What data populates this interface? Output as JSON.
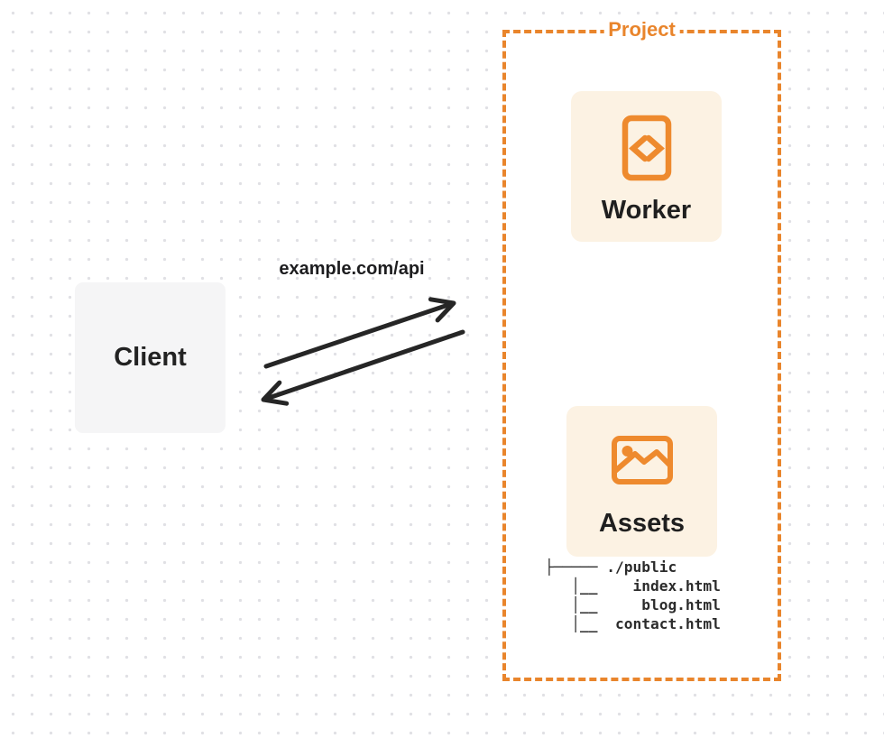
{
  "project": {
    "label": "Project"
  },
  "nodes": {
    "client": {
      "label": "Client"
    },
    "worker": {
      "label": "Worker",
      "icon": "code-file-icon"
    },
    "assets": {
      "label": "Assets",
      "icon": "image-icon"
    }
  },
  "request": {
    "label": "example.com/api"
  },
  "file_tree": {
    "root": "./public",
    "files": [
      "index.html",
      "blog.html",
      "contact.html"
    ],
    "ascii": "├───── ./public\n   │__    index.html\n   │__     blog.html\n   │__  contact.html"
  },
  "colors": {
    "accent_orange": "#E9852C",
    "card_background": "#FCF2E3",
    "client_background": "#F5F5F6",
    "ink": "#262626",
    "dot_grid": "#E0E0E4"
  }
}
